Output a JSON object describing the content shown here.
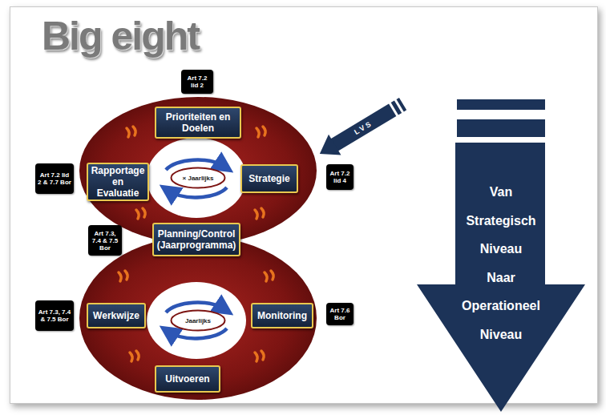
{
  "diagram": {
    "title": "Big eight",
    "nodes": [
      {
        "text": [
          "Art 7.2 lid 2"
        ]
      },
      {
        "text": [
          "Prioriteiten en Doelen"
        ]
      },
      {
        "text": [
          "Art 7.2 lid 2 & 7.7 Bor"
        ]
      },
      {
        "text": [
          "Rapportage en Evaluatie"
        ]
      },
      {
        "text": [
          "× Jaarlijks"
        ]
      },
      {
        "text": [
          "Strategie"
        ]
      },
      {
        "text": [
          "Art 7.2 lid 4"
        ]
      },
      {
        "text": [
          "Van Strategisch Niveau Naar Operationeel Niveau"
        ]
      },
      {
        "text": [
          "Art 7.3, 7.4 & 7.5 Bor"
        ]
      },
      {
        "text": [
          "Planning/Control (Jaarprogramma)"
        ]
      },
      {
        "text": [
          "Art 7.3, 7.4 & 7.5 Bor"
        ]
      },
      {
        "text": [
          "Werkwijze"
        ]
      },
      {
        "text": [
          "Jaarlijks"
        ]
      },
      {
        "text": [
          "Monitoring"
        ]
      },
      {
        "text": [
          "Art 7.6 Bor"
        ]
      },
      {
        "text": [
          "Uitvoeren"
        ]
      }
    ],
    "labels": [
      "L V S"
    ]
  }
}
